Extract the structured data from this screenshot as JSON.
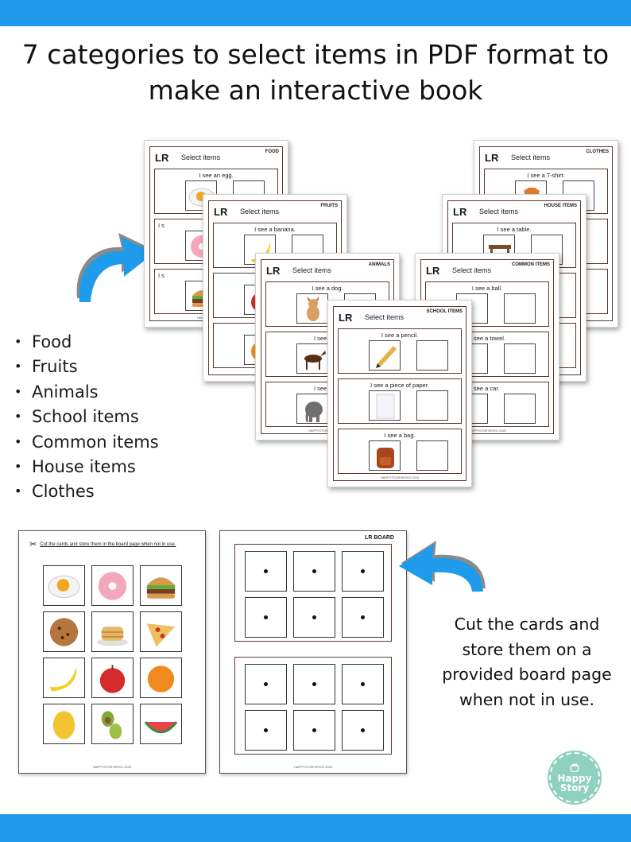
{
  "headline": "7 categories to select items in PDF format to make an interactive book",
  "categories": [
    "Food",
    "Fruits",
    "Animals",
    "School items",
    "Common items",
    "House items",
    "Clothes"
  ],
  "bullet_char": "•",
  "worksheets": {
    "lr": "LR",
    "select": "Select items",
    "footer": "HAPPYSTORYBYKG 2024",
    "food": {
      "tag": "FOOD",
      "rows": [
        "I see an egg.",
        "I s",
        "I s"
      ]
    },
    "fruits": {
      "tag": "FRUITS",
      "rows": [
        "I see a banana.",
        "",
        ""
      ]
    },
    "animals": {
      "tag": "ANIMALS",
      "rows": [
        "I see a dog.",
        "I see a",
        "I see an e"
      ]
    },
    "school": {
      "tag": "SCHOOL ITEMS",
      "rows": [
        "I see a pencil.",
        "I see a piece of paper.",
        "I see a bag."
      ]
    },
    "common": {
      "tag": "COMMON ITEMS",
      "rows": [
        "I see a ball.",
        "see a towel.",
        "see a car."
      ]
    },
    "house": {
      "tag": "HOUSE ITEMS",
      "rows": [
        "I see a table.",
        "",
        ""
      ]
    },
    "clothes": {
      "tag": "CLOTHES",
      "rows": [
        "I see a T-shirt.",
        "",
        ""
      ]
    }
  },
  "cards_page": {
    "instruction": "Cut the cards and store them in the board page when not in use.",
    "footer": "HAPPYSTORYBYKG 2024",
    "cards": [
      "egg-icon",
      "donut-icon",
      "burger-icon",
      "cookie-icon",
      "pancakes-icon",
      "pizza-icon",
      "banana-icon",
      "apple-icon",
      "orange-icon",
      "mango-icon",
      "avocado-icon",
      "watermelon-icon"
    ]
  },
  "board_page": {
    "title": "LR BOARD",
    "footer": "HAPPYSTORYBYKG 2024"
  },
  "caption_lines": [
    "Cut the cards and",
    "store them on a",
    "provided board page",
    "when not in use."
  ],
  "logo": {
    "line1": "Happy",
    "line2": "Story"
  },
  "colors": {
    "band": "#1e9bea",
    "arrow": "#1e9bea",
    "frame": "#5a3a2e",
    "logo": "#8fd0bf"
  }
}
